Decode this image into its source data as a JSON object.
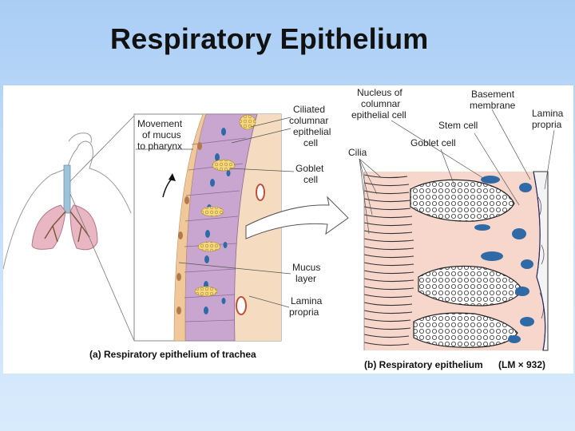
{
  "slide": {
    "title": "Respiratory Epithelium"
  },
  "figure_a": {
    "movement_label": [
      "Movement",
      "of mucus",
      "to pharynx"
    ],
    "ciliated_label": [
      "Ciliated",
      "columnar",
      "epithelial",
      "cell"
    ],
    "goblet_label": [
      "Goblet",
      "cell"
    ],
    "mucus_label": [
      "Mucus",
      "layer"
    ],
    "lamina_label": [
      "Lamina",
      "propria"
    ],
    "caption": "(a) Respiratory epithelium of trachea"
  },
  "figure_b": {
    "nucleus_label": [
      "Nucleus of",
      "columnar",
      "epithelial cell"
    ],
    "basement_label": [
      "Basement",
      "membrane"
    ],
    "lamina_label": [
      "Lamina",
      "propria"
    ],
    "stem_label": "Stem cell",
    "goblet_label": "Goblet cell",
    "cilia_label": "Cilia",
    "caption_prefix": "(b) Respiratory epithelium",
    "caption_mag": "(LM × 932)"
  },
  "colors": {
    "background_top": "#a9cdf5",
    "background_bottom": "#d8ebfd",
    "epithelium": "#c9a6cf",
    "lamina": "#f5dcc0",
    "nucleus": "#2f6aa6",
    "goblet": "#f4d780"
  }
}
